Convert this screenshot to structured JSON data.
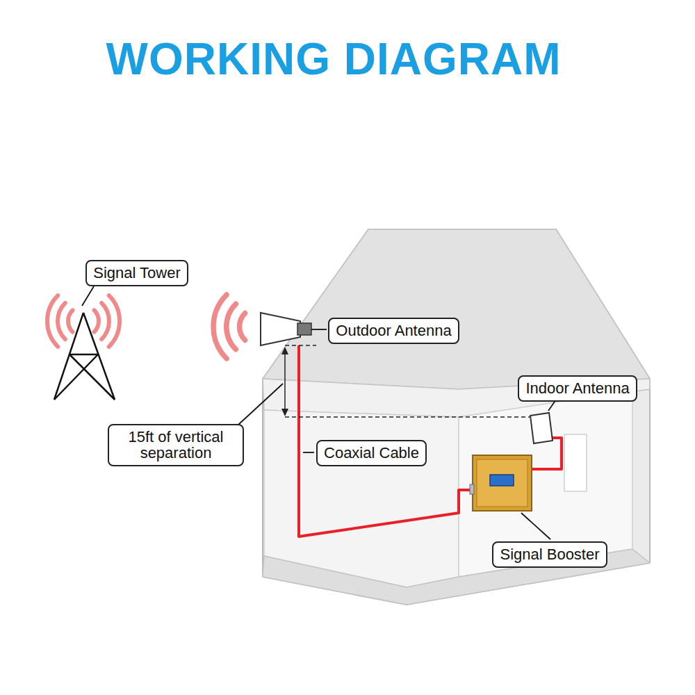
{
  "diagram": {
    "title": "WORKING DIAGRAM",
    "nodes": [
      {
        "text": [
          "Signal Tower"
        ]
      },
      {
        "text": [
          "Outdoor Antenna"
        ]
      },
      {
        "text": [
          "Indoor Antenna"
        ]
      },
      {
        "text": [
          "15ft of vertical separation"
        ]
      },
      {
        "text": [
          "Coaxial Cable"
        ]
      },
      {
        "text": [
          "Signal Booster"
        ]
      }
    ]
  }
}
